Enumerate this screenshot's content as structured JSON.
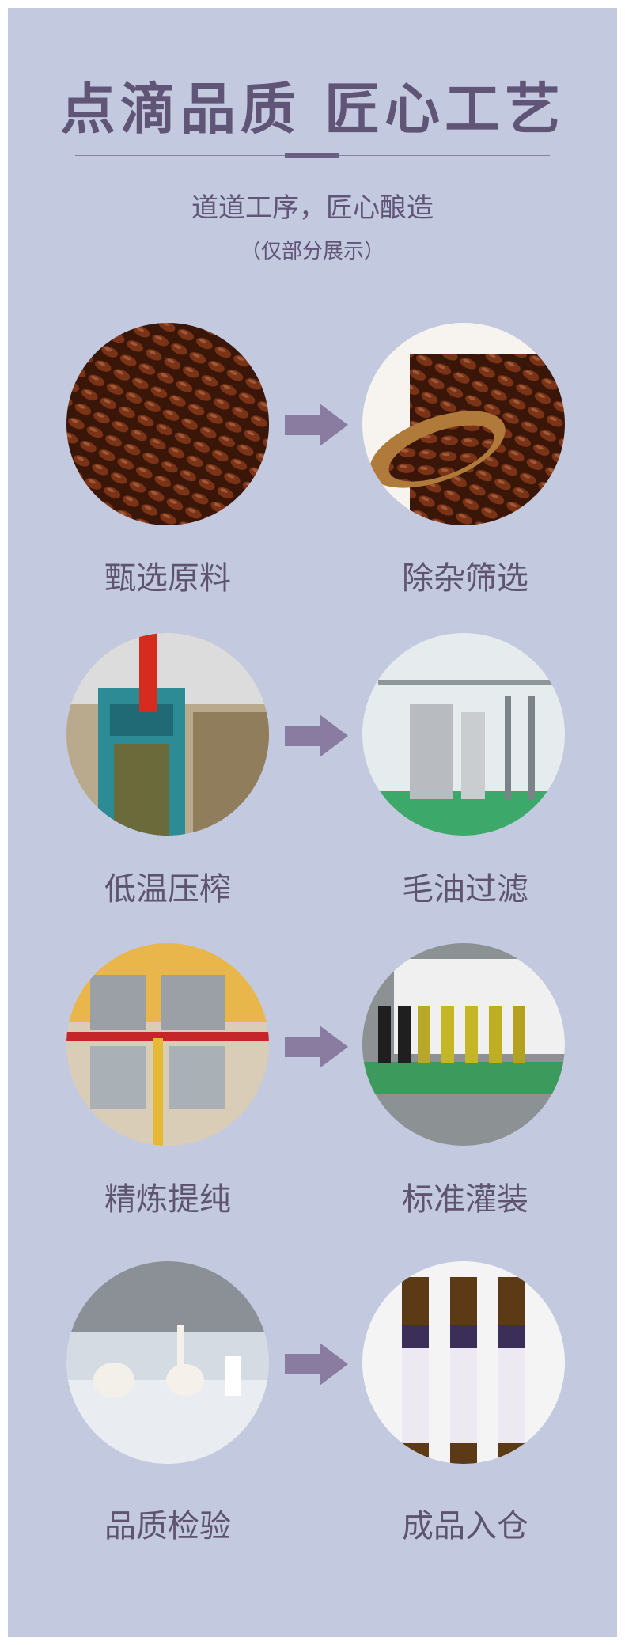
{
  "header": {
    "title": "点滴品质 匠心工艺",
    "subtitle": "道道工序，匠心酿造",
    "note": "（仅部分展示）"
  },
  "steps": [
    {
      "label": "甄选原料",
      "image": "flax-seeds-photo"
    },
    {
      "label": "除杂筛选",
      "image": "seeds-on-spoon-photo"
    },
    {
      "label": "低温压榨",
      "image": "oil-press-machine-photo"
    },
    {
      "label": "毛油过滤",
      "image": "filtration-plant-photo"
    },
    {
      "label": "精炼提纯",
      "image": "refining-tanks-photo"
    },
    {
      "label": "标准灌装",
      "image": "bottling-line-photo"
    },
    {
      "label": "品质检验",
      "image": "lab-testing-photo"
    },
    {
      "label": "成品入仓",
      "image": "finished-bottles-photo"
    }
  ],
  "colors": {
    "background": "#c3c9de",
    "text": "#615577",
    "arrow": "#8a7ba0"
  }
}
